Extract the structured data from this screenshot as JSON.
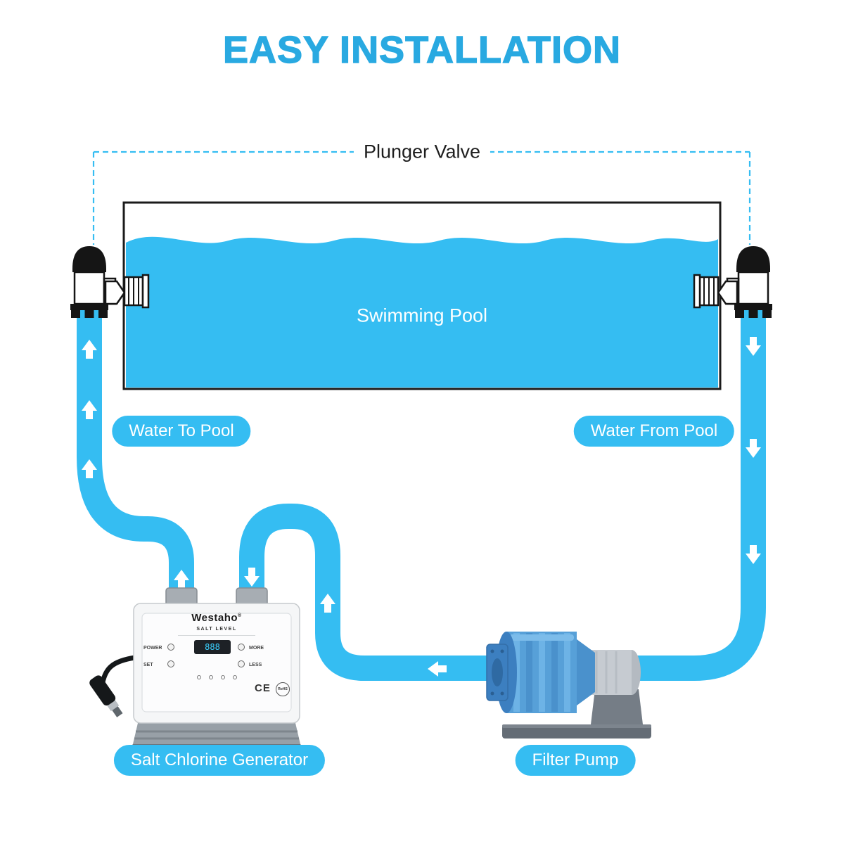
{
  "title": "EASY INSTALLATION",
  "labels": {
    "plunger_valve": "Plunger Valve",
    "swimming_pool": "Swimming Pool",
    "water_to_pool": "Water To Pool",
    "water_from_pool": "Water From Pool",
    "salt_chlorine_generator": "Salt Chlorine Generator",
    "filter_pump": "Filter Pump"
  },
  "generator": {
    "brand": "Westaho",
    "registered_mark": "®",
    "panel_title": "SALT LEVEL",
    "display_value": "888",
    "buttons": [
      "POWER",
      "SET",
      "MORE",
      "LESS"
    ],
    "marks": [
      "CE",
      "RoHS"
    ]
  },
  "colors": {
    "title": "#29A9E1",
    "water_and_pipes": "#35BDF2",
    "badge": "#35BDF2",
    "outline": "#1B1B1B",
    "pump_blue": "#57A0D8"
  }
}
